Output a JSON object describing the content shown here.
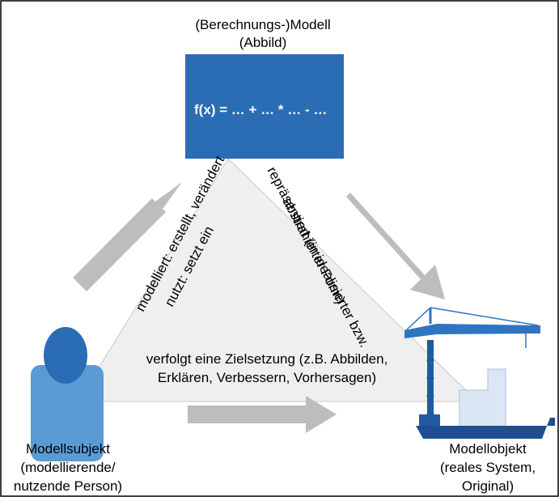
{
  "model": {
    "title_line1": "(Berechnungs-)Modell",
    "title_line2": "(Abbild)",
    "formula": "f(x) = … + … * … - …"
  },
  "edges": {
    "left_line1": "modelliert: erstellt, verändert",
    "left_line2": "nutzt: setzt ein",
    "right_line1": "repräsentiert (in idealisierter bzw.",
    "right_line2": "abstrahierter Form)",
    "bottom_line1": "verfolgt eine Zielsetzung (z.B. Abbilden,",
    "bottom_line2": "Erklären, Verbessern, Vorhersagen)"
  },
  "subject": {
    "line1": "Modellsubjekt",
    "line2": "(modellierende/",
    "line3": "nutzende Person)",
    "icon": "person-icon"
  },
  "object": {
    "line1": "Modellobjekt",
    "line2": "(reales System,",
    "line3": "Original)",
    "icon": "crane-building-icon"
  },
  "colors": {
    "model_box": "#2a6db5",
    "person": "#5b9bd5",
    "crane": "#2e74c0",
    "triangle_fill": "#efefef",
    "arrow": "#bdbdbd",
    "building": "#dbe6f4"
  }
}
